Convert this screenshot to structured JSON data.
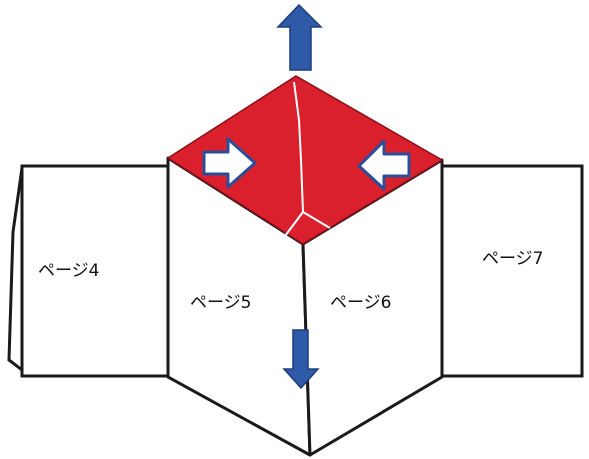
{
  "pages": {
    "page4": "ページ4",
    "page5": "ページ5",
    "page6": "ページ6",
    "page7": "ページ7"
  },
  "colors": {
    "outline": "#1a1a1a",
    "fold_fill": "#d9202c",
    "arrow_blue": "#2e5aa8",
    "arrow_outline": "#2a4f9a",
    "arrow_white": "#ffffff"
  },
  "icons": {
    "up": "arrow-up-icon",
    "down": "arrow-down-icon",
    "right": "arrow-right-icon",
    "left": "arrow-left-icon"
  }
}
